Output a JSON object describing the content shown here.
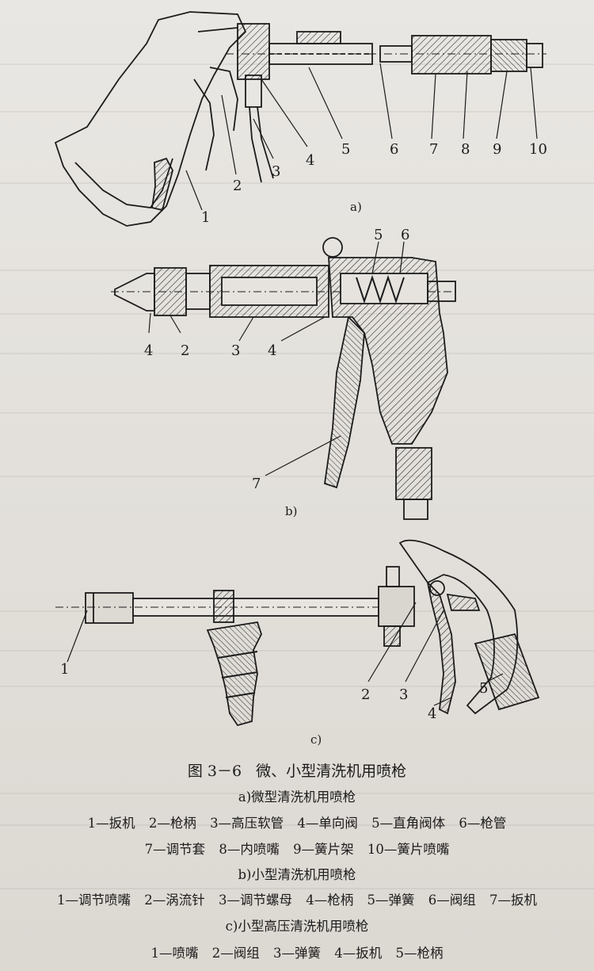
{
  "figure": {
    "number": "图 3－6",
    "title": "微、小型清洗机用喷枪",
    "panel_a": {
      "tag": "a)",
      "caption": "a)微型清洗机用喷枪",
      "callouts": [
        "1",
        "2",
        "3",
        "4",
        "5",
        "6",
        "7",
        "8",
        "9",
        "10"
      ],
      "legend": [
        "1—扳机",
        "2—枪柄",
        "3—高压软管",
        "4—单向阀",
        "5—直角阀体",
        "6—枪管",
        "7—调节套",
        "8—内喷嘴",
        "9—簧片架",
        "10—簧片喷嘴"
      ]
    },
    "panel_b": {
      "tag": "b)",
      "caption": "b)小型清洗机用喷枪",
      "callouts": [
        "5",
        "6",
        "4",
        "2",
        "3",
        "4",
        "7"
      ],
      "legend": [
        "1—调节喷嘴",
        "2—涡流针",
        "3—调节螺母",
        "4—枪柄",
        "5—弹簧",
        "6—阀组",
        "7—扳机"
      ]
    },
    "panel_c": {
      "tag": "c)",
      "caption": "c)小型高压清洗机用喷枪",
      "callouts": [
        "1",
        "2",
        "3",
        "4",
        "5"
      ],
      "legend": [
        "1—喷嘴",
        "2—阀组",
        "3—弹簧",
        "4—扳机",
        "5—枪柄"
      ]
    }
  }
}
